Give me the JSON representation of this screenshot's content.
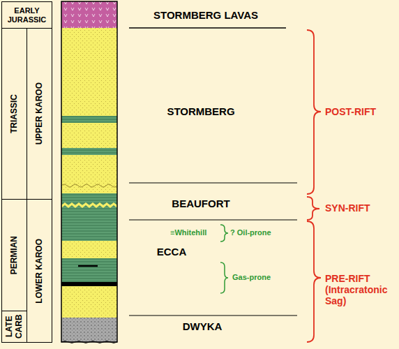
{
  "diagram": {
    "nodes": [
      {
        "text": [
          "EARLY JURASSIC"
        ]
      },
      {
        "text": [
          "TRIASSIC"
        ]
      },
      {
        "text": [
          "UPPER KAROO"
        ]
      },
      {
        "text": [
          "PERMIAN"
        ]
      },
      {
        "text": [
          "LOWER KAROO"
        ]
      },
      {
        "text": [
          "LATE CARB"
        ]
      }
    ],
    "labels": [
      "STORMBERG LAVAS",
      "STORMBERG",
      "BEAUFORT",
      "≡Whitehill",
      "? Oil-prone",
      "ECCA",
      "Gas-prone",
      "DWYKA",
      "POST-RIFT",
      "SYN-RIFT",
      "PRE-RIFT (Intracratonic Sag)"
    ]
  }
}
